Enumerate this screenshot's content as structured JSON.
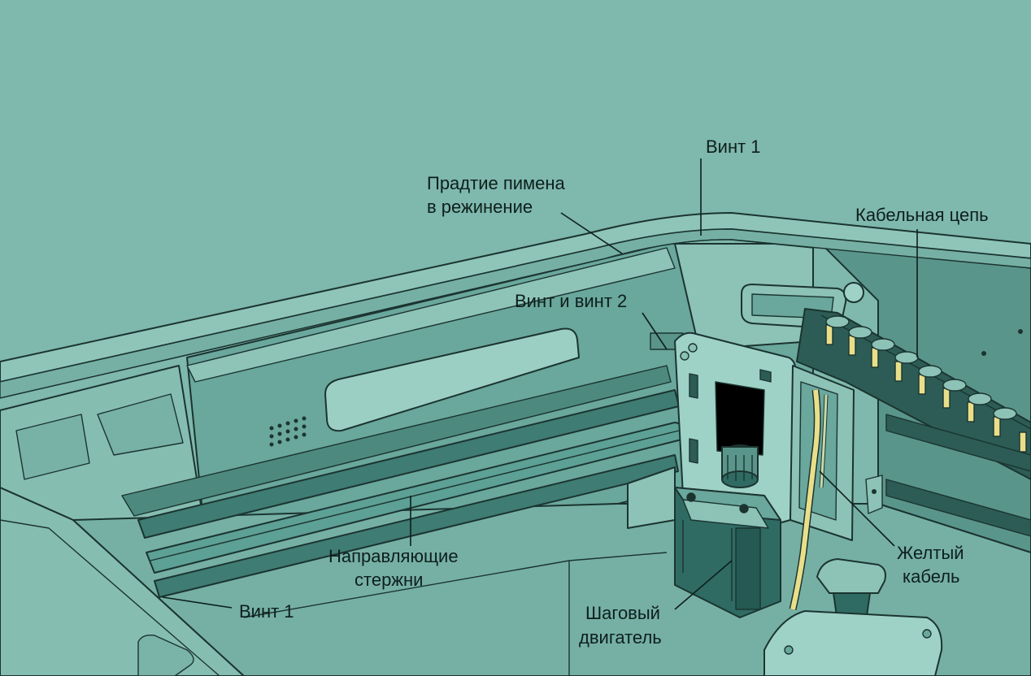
{
  "labels": {
    "screw1_top": "Винт 1",
    "belt_line1": "Прадтие пимена",
    "belt_line2": "в режинение",
    "screw_and_screw2": "Винт и винт 2",
    "cable_chain": "Кабельная цепь",
    "guide_rods_line1": "Направляющие",
    "guide_rods_line2": "стержни",
    "screw1_bottom": "Винт 1",
    "yellow_cable_line1": "Желтый",
    "yellow_cable_line2": "кабель",
    "stepper_line1": "Шаговый",
    "stepper_line2": "двигатель"
  },
  "colors": {
    "background": "#7fb8ac",
    "outline": "#1b3430",
    "yellow_cable": "#e9df8a",
    "motor": "#2f6b63"
  }
}
